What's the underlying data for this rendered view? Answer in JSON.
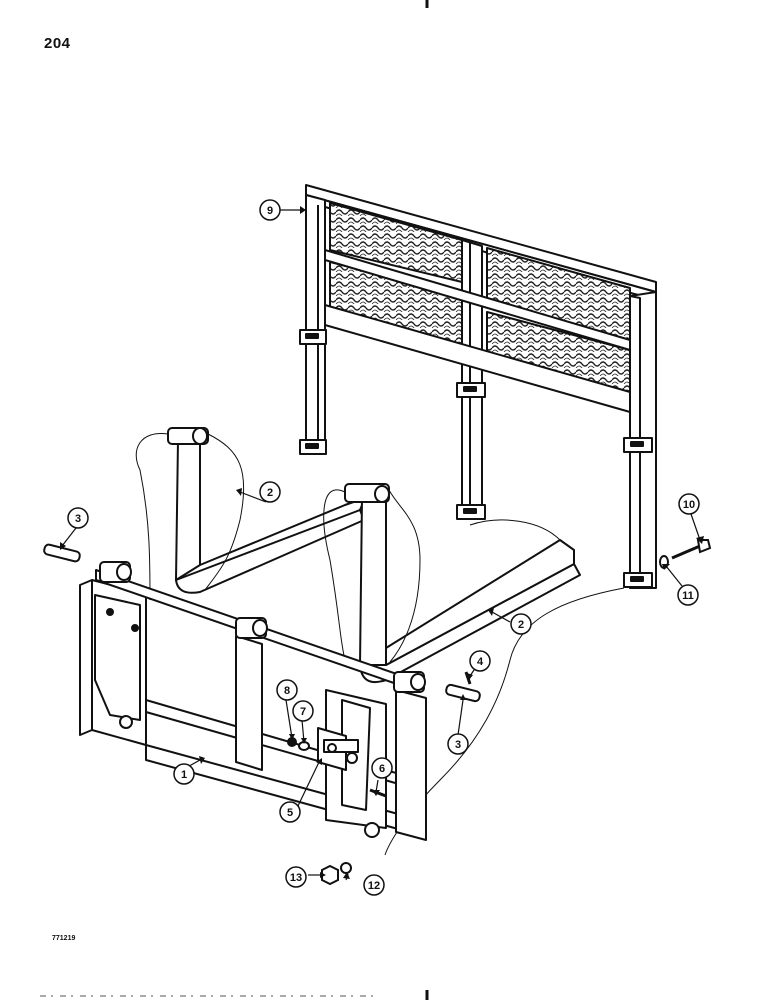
{
  "page": {
    "number": "204",
    "figure_code": "771219"
  },
  "callouts": [
    {
      "id": "c1",
      "label": "1"
    },
    {
      "id": "c2a",
      "label": "2"
    },
    {
      "id": "c2b",
      "label": "2"
    },
    {
      "id": "c3a",
      "label": "3"
    },
    {
      "id": "c3b",
      "label": "3"
    },
    {
      "id": "c4",
      "label": "4"
    },
    {
      "id": "c5",
      "label": "5"
    },
    {
      "id": "c6",
      "label": "6"
    },
    {
      "id": "c7",
      "label": "7"
    },
    {
      "id": "c8",
      "label": "8"
    },
    {
      "id": "c9",
      "label": "9"
    },
    {
      "id": "c10",
      "label": "10"
    },
    {
      "id": "c11",
      "label": "11"
    },
    {
      "id": "c12",
      "label": "12"
    },
    {
      "id": "c13",
      "label": "13"
    }
  ]
}
